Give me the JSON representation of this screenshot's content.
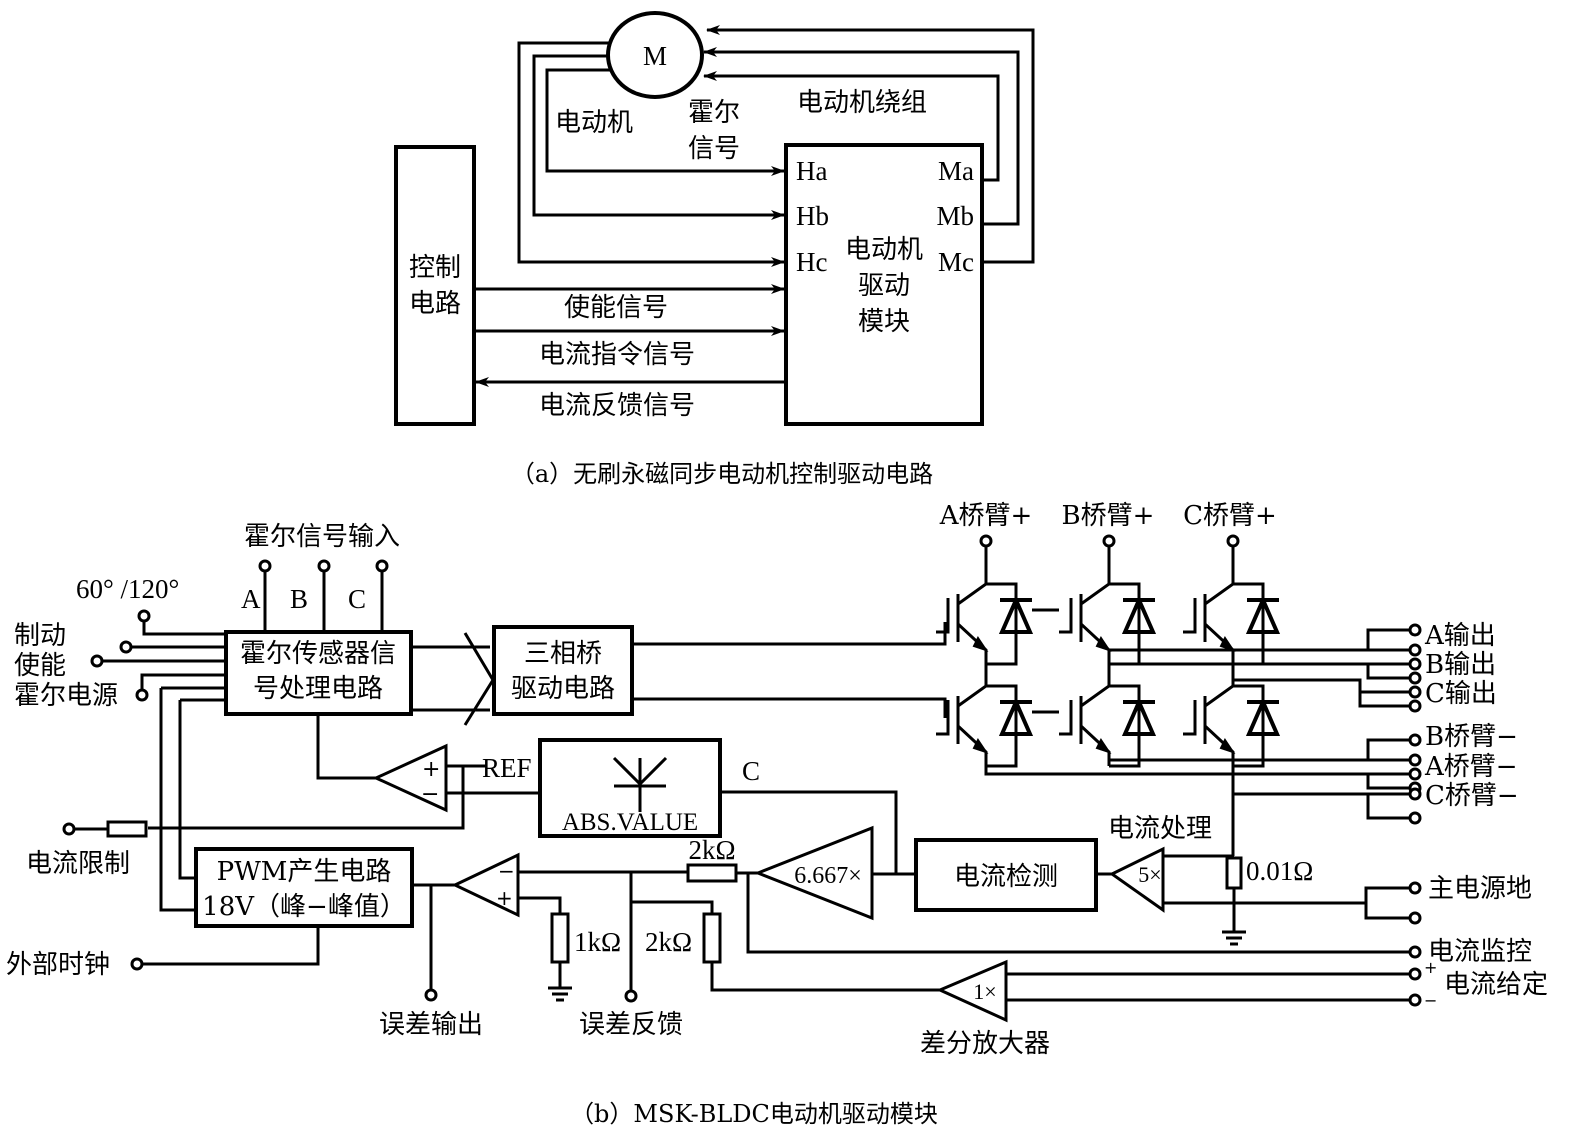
{
  "figure_a": {
    "caption": "（a）无刷永磁同步电动机控制驱动电路",
    "motor_symbol": "M",
    "motor_label": "电动机",
    "hall_label_line1": "霍尔",
    "hall_label_line2": "信号",
    "winding_label": "电动机绕组",
    "control_block_line1": "控制",
    "control_block_line2": "电路",
    "driver_block_line1": "电动机",
    "driver_block_line2": "驱动",
    "driver_block_line3": "模块",
    "hall_inputs": [
      "Ha",
      "Hb",
      "Hc"
    ],
    "motor_outputs": [
      "Ma",
      "Mb",
      "Mc"
    ],
    "signals": {
      "enable": "使能信号",
      "current_command": "电流指令信号",
      "current_feedback": "电流反馈信号"
    }
  },
  "figure_b": {
    "caption": "（b）MSK-BLDC电动机驱动模块",
    "hall_input_title": "霍尔信号输入",
    "hall_phase_labels": [
      "A",
      "B",
      "C"
    ],
    "angle_select": "60° /120°",
    "brake": "制动",
    "enable": "使能",
    "hall_power": "霍尔电源",
    "hall_processor_line1": "霍尔传感器信",
    "hall_processor_line2": "号处理电路",
    "bridge_driver_line1": "三相桥",
    "bridge_driver_line2": "驱动电路",
    "bridge_high_labels": [
      "A桥臂+",
      "B桥臂+",
      "C桥臂+"
    ],
    "outputs": [
      "A输出",
      "B输出",
      "C输出"
    ],
    "bridge_low_labels": [
      "B桥臂−",
      "A桥臂−",
      "C桥臂−"
    ],
    "comparator_plus": "+",
    "comparator_minus": "−",
    "ref_label": "REF",
    "abs_label": "ABS.VALUE",
    "abs_c_label": "C",
    "current_limit": "电流限制",
    "pwm_line1": "PWM产生电路",
    "pwm_line2": "18V（峰−峰值）",
    "external_clock": "外部时钟",
    "error_amp_minus": "−",
    "error_amp_plus": "+",
    "resistor_2k_top": "2kΩ",
    "resistor_1k": "1kΩ",
    "resistor_2k_bottom": "2kΩ",
    "gain_6667": "6.667×",
    "current_detect": "电流检测",
    "current_processing": "电流处理",
    "gain_5": "5×",
    "shunt": "0.01Ω",
    "main_ground": "主电源地",
    "current_monitor": "电流监控",
    "current_setpoint": "电流给定",
    "setpoint_plus": "+",
    "setpoint_minus": "−",
    "gain_1": "1×",
    "diff_amp": "差分放大器",
    "error_output": "误差输出",
    "error_feedback": "误差反馈"
  }
}
